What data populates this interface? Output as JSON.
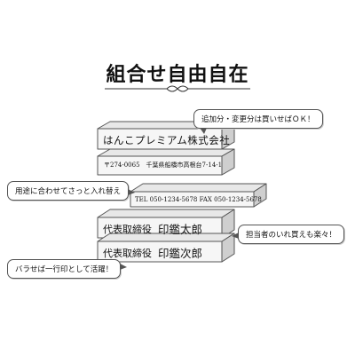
{
  "heading": {
    "title": "組合せ自由自在"
  },
  "stamps": {
    "company_name": "はんこプレミアム株式会社",
    "address": "〒274-0065　千葉県船橋市高根台7-14-1",
    "tel_fax": "TEL 050-1234-5678 FAX 050-1234-5678",
    "person_1": {
      "title": "代表取締役",
      "name": "印鑑太郎"
    },
    "person_2": {
      "title": "代表取締役",
      "name": "印鑑次郎"
    }
  },
  "callouts": {
    "add_change": "追加分・変更分は買いせばＯＫ！",
    "swap_use": "用途に合わせてさっと入れ替え",
    "staff_change": "担当者のいれ買えも楽々！",
    "single_line": "バラせば一行印として活躍！"
  },
  "colors": {
    "block_top": "#e8e8e8",
    "block_face": "#f6f6f6",
    "block_side": "#cfcfcf",
    "outline": "#555555",
    "text": "#111111"
  }
}
